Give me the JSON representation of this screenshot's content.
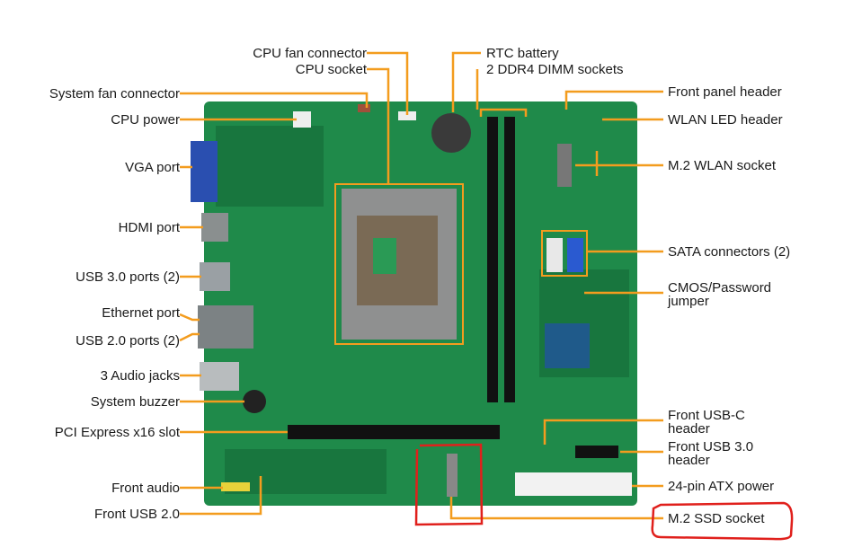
{
  "left_labels": {
    "system_fan": "System fan connector",
    "cpu_power": "CPU power",
    "vga": "VGA port",
    "hdmi": "HDMI port",
    "usb30": "USB 3.0 ports (2)",
    "ethernet": "Ethernet port",
    "usb20": "USB 2.0 ports (2)",
    "audio": "3 Audio jacks",
    "buzzer": "System buzzer",
    "pcie": "PCI Express x16 slot",
    "front_audio": "Front audio",
    "front_usb2": "Front USB 2.0"
  },
  "top_labels": {
    "cpu_fan": "CPU fan connector",
    "cpu_socket": "CPU socket",
    "rtc": "RTC battery",
    "dimm": "2 DDR4 DIMM sockets"
  },
  "right_labels": {
    "front_panel": "Front panel header",
    "wlan_led": "WLAN LED header",
    "m2_wlan": "M.2 WLAN socket",
    "sata": "SATA connectors (2)",
    "cmos": "CMOS/Password jumper",
    "usbc": "Front USB-C header",
    "usb3hdr": "Front USB 3.0 header",
    "atx": "24-pin ATX power",
    "m2_ssd": "M.2 SSD socket"
  },
  "colors": {
    "board": "#1f8a4a",
    "leader": "#f39c1e",
    "highlight": "#e0201c"
  }
}
